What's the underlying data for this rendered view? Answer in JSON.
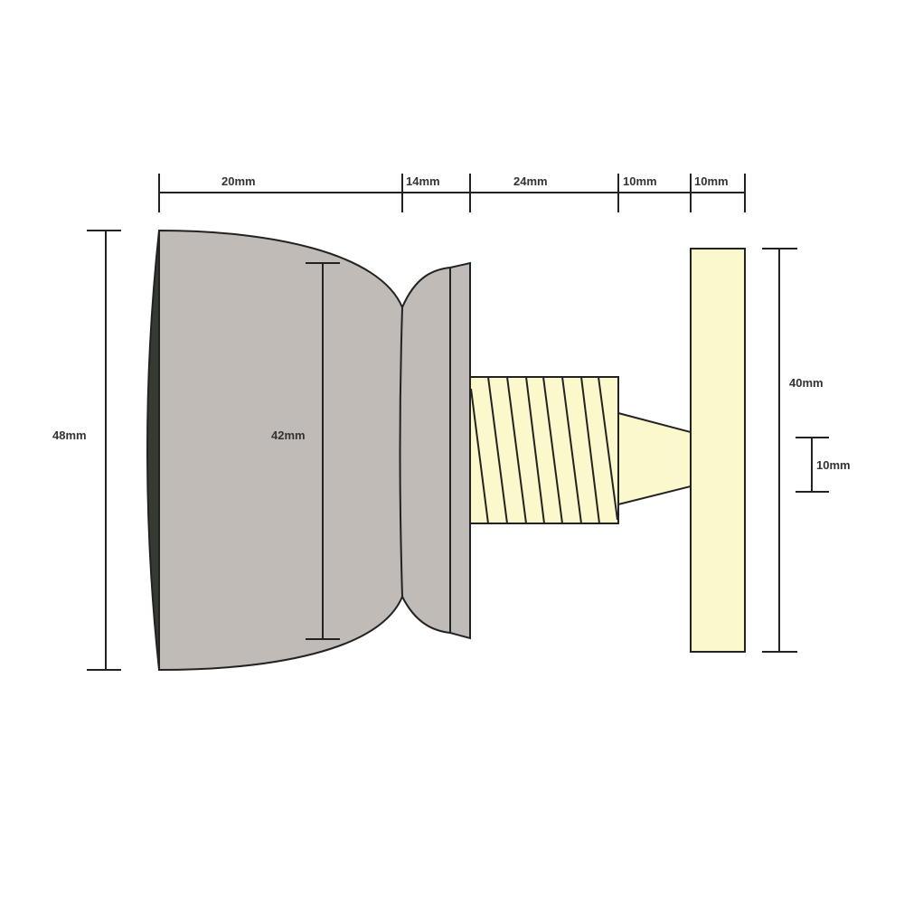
{
  "colors": {
    "body": "#c0bbb7",
    "rim": "#353a33",
    "brass": "#fbf8cc",
    "line": "#222222"
  },
  "dimensions": {
    "body_length": "20mm",
    "neck_length": "14mm",
    "thread_length": "24mm",
    "cone_length": "10mm",
    "plate_thickness": "10mm",
    "body_diameter": "48mm",
    "inner_diameter": "42mm",
    "plate_height": "40mm",
    "cone_tip": "10mm"
  }
}
